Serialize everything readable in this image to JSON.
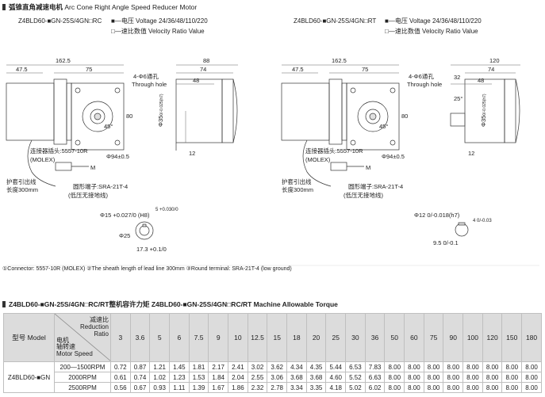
{
  "header": {
    "title_cn": "弧锥直角减速电机",
    "title_en": "Arc Cone Right Angle Speed Reducer Motor"
  },
  "models": {
    "rc": {
      "model": "Z4BLD60-■GN-25S/4GN□RC",
      "voltage": "■—电压 Voltage 24/36/48/110/220",
      "ratio_note": "□—速比数值 Velocity Ratio Value"
    },
    "rt": {
      "model": "Z4BLD60-■GN-25S/4GN□RT",
      "voltage": "■—电压 Voltage 24/36/48/110/220",
      "ratio_note": "□—速比数值 Velocity Ratio Value"
    }
  },
  "drawing_rc": {
    "d_total": "162.5",
    "d_47": "47.5",
    "d_75": "75",
    "d_88": "88",
    "d_74": "74",
    "d_48": "48",
    "d_12": "12",
    "d_80": "80",
    "phi35": "Φ35",
    "h7": "0/-0.025(h7)",
    "hole": "4-Φ6通孔",
    "hole_en": "Through hole",
    "angle": "45°",
    "pcd": "Φ94±0.5",
    "connector": "连接器插头:5557-10R",
    "molex": "(MOLEX)",
    "m": "M",
    "sheath": "护套引出线",
    "length": "长度300mm",
    "terminal": "圆形端子:SRA-21T-4",
    "ground": "(低压无接地线)",
    "shaft_bore": "Φ15 +0.027/0 (H8)",
    "bore_key": "5 +0.030/0",
    "bore_phi": "Φ25",
    "key_depth": "17.3 +0.1/0"
  },
  "drawing_rt": {
    "d_total": "162.5",
    "d_47": "47.5",
    "d_75": "75",
    "d_120": "120",
    "d_74": "74",
    "d_32": "32",
    "d_48": "48",
    "d_12": "12",
    "d_80": "80",
    "angle25": "25°",
    "phi35": "Φ35",
    "h7": "0/-0.025(h7)",
    "hole": "4-Φ6通孔",
    "hole_en": "Through hole",
    "angle": "45°",
    "pcd": "Φ94±0.5",
    "connector": "连接器插头:5557-10R",
    "molex": "(MOLEX)",
    "m": "M",
    "sheath": "护套引出线",
    "length": "长度300mm",
    "terminal": "圆形端子:SRA-21T-4",
    "ground": "(低压无接地线)",
    "shaft_phi": "Φ12 0/-0.018(h7)",
    "shaft_key": "4 0/-0.03",
    "shaft_flat": "9.5 0/-0.1"
  },
  "footnote": "①Connector: 5557-10R (MOLEX) ②The sheath length of lead line 300mm ③Round terminal: SRA-21T-4 (low ground)",
  "torque": {
    "title": "Z4BLD60-■GN-25S/4GN□RC/RT整机容许力矩 Z4BLD60-■GN-25S/4GN□RC/RT Machine Allowable Torque",
    "model_header": "型号 Model",
    "diag_top": [
      "减速比",
      "Reduction",
      "Ratio"
    ],
    "diag_bottom": [
      "电机",
      "轴转速",
      "Motor Speed"
    ],
    "ratios": [
      "3",
      "3.6",
      "5",
      "6",
      "7.5",
      "9",
      "10",
      "12.5",
      "15",
      "18",
      "20",
      "25",
      "30",
      "36",
      "50",
      "60",
      "75",
      "90",
      "100",
      "120",
      "150",
      "180"
    ],
    "model_name": "Z4BLD60-■GN",
    "rows": [
      {
        "speed": "200—1500RPM",
        "values": [
          "0.72",
          "0.87",
          "1.21",
          "1.45",
          "1.81",
          "2.17",
          "2.41",
          "3.02",
          "3.62",
          "4.34",
          "4.35",
          "5.44",
          "6.53",
          "7.83",
          "8.00",
          "8.00",
          "8.00",
          "8.00",
          "8.00",
          "8.00",
          "8.00",
          "8.00"
        ]
      },
      {
        "speed": "2000RPM",
        "values": [
          "0.61",
          "0.74",
          "1.02",
          "1.23",
          "1.53",
          "1.84",
          "2.04",
          "2.55",
          "3.06",
          "3.68",
          "3.68",
          "4.60",
          "5.52",
          "6.63",
          "8.00",
          "8.00",
          "8.00",
          "8.00",
          "8.00",
          "8.00",
          "8.00",
          "8.00"
        ]
      },
      {
        "speed": "2500RPM",
        "values": [
          "0.56",
          "0.67",
          "0.93",
          "1.11",
          "1.39",
          "1.67",
          "1.86",
          "2.32",
          "2.78",
          "3.34",
          "3.35",
          "4.18",
          "5.02",
          "6.02",
          "8.00",
          "8.00",
          "8.00",
          "8.00",
          "8.00",
          "8.00",
          "8.00",
          "8.00"
        ]
      }
    ]
  }
}
